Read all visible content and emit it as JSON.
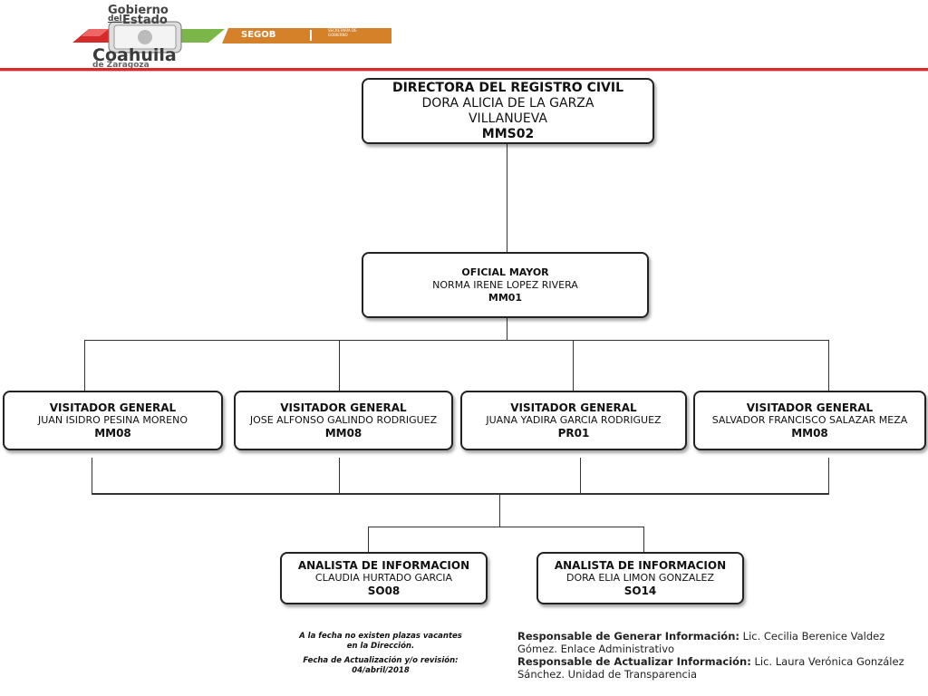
{
  "header": {
    "logo_gobierno": "Gobierno",
    "logo_del": "del",
    "logo_estado": "Estado",
    "logo_coahuila": "Coahuila",
    "logo_zaragoza": "de Zaragoza",
    "segob_label": "SEGOB",
    "segob_secretaria": "SECRETARÍA DE GOBIERNO",
    "accent_red": "#d62b2b",
    "accent_green": "#7ab648",
    "accent_orange": "#d4812a"
  },
  "org": {
    "director": {
      "title": "DIRECTORA DEL REGISTRO CIVIL",
      "name_line1": "DORA ALICIA DE LA GARZA",
      "name_line2": "VILLANUEVA",
      "code": "MMS02"
    },
    "oficial": {
      "title": "OFICIAL MAYOR",
      "name": "NORMA IRENE LOPEZ RIVERA",
      "code": "MM01"
    },
    "visitadores": [
      {
        "title": "VISITADOR GENERAL",
        "name": "JUAN ISIDRO PESINA MORENO",
        "code": "MM08"
      },
      {
        "title": "VISITADOR GENERAL",
        "name": "JOSE ALFONSO GALINDO RODRIGUEZ",
        "code": "MM08"
      },
      {
        "title": "VISITADOR GENERAL",
        "name": "JUANA YADIRA GARCIA RODRIGUEZ",
        "code": "PR01"
      },
      {
        "title": "VISITADOR GENERAL",
        "name": "SALVADOR FRANCISCO SALAZAR MEZA",
        "code": "MM08"
      }
    ],
    "analistas": [
      {
        "title": "ANALISTA DE INFORMACION",
        "name": "CLAUDIA HURTADO GARCIA",
        "code": "SO08"
      },
      {
        "title": "ANALISTA DE INFORMACION",
        "name": "DORA ELIA LIMON GONZALEZ",
        "code": "SO14"
      }
    ]
  },
  "footer": {
    "vacantes_line1": "A la fecha no existen plazas vacantes",
    "vacantes_line2": "en la Dirección.",
    "fecha_label": "Fecha de Actualización y/o revisión:",
    "fecha_value": "04/abril/2018",
    "resp_generar_label": "Responsable de Generar Información:",
    "resp_generar_value": " Lic. Cecilia Berenice Valdez Gómez. Enlace Administrativo",
    "resp_actualizar_label": "Responsable de Actualizar Información:",
    "resp_actualizar_value": " Lic. Laura Verónica González Sánchez. Unidad de Transparencia"
  }
}
